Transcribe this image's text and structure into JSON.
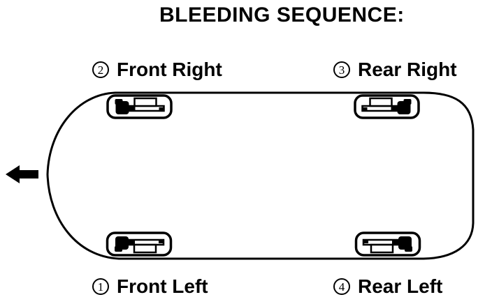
{
  "title": "BLEEDING SEQUENCE:",
  "labels": {
    "front_right": {
      "number": "2",
      "name": "Front Right"
    },
    "rear_right": {
      "number": "3",
      "name": "Rear Right"
    },
    "front_left": {
      "number": "1",
      "name": "Front Left"
    },
    "rear_left": {
      "number": "4",
      "name": "Rear Left"
    }
  },
  "icons": {
    "front_direction_arrow": "left-arrow",
    "wheel_brake": "brake-caliper"
  },
  "colors": {
    "ink": "#000000",
    "background": "#ffffff"
  }
}
